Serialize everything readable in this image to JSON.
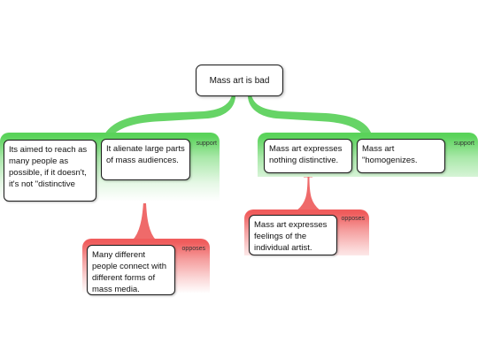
{
  "root": {
    "text": "Mass art is bad"
  },
  "groups": {
    "left_support": {
      "label": "support"
    },
    "right_support": {
      "label": "support"
    },
    "left_opposes": {
      "label": "opposes"
    },
    "right_opposes": {
      "label": "opposes"
    }
  },
  "nodes": {
    "reach": "Its aimed to reach as many people as possible, if it doesn't, it's not \"distinctive",
    "alienate": "It alienate large parts of mass audiences.",
    "expresses_nothing": "Mass art expresses nothing distinctive.",
    "homogenizes": "Mass art \"homogenizes.",
    "connect": "Many different people connect with different forms of mass media.",
    "expresses_feelings": "Mass art expresses feelings of the individual artist."
  },
  "colors": {
    "support": "#5ad35a",
    "opposes": "#f05c5c",
    "support_connector": "#66d466",
    "opposes_connector": "#ef6a6a"
  }
}
